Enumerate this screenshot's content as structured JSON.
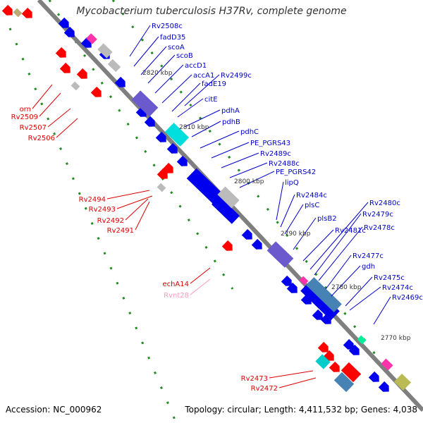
{
  "title": "Mycobacterium tuberculosis H37Rv, complete genome",
  "footer": {
    "accession": "Accession: NC_000962",
    "topology": "Topology: circular; Length: 4,411,532 bp; Genes: 4,038"
  },
  "colors": {
    "backbone": "#7f7f7f",
    "tick": "#228B22",
    "forward_label": "#0000cc",
    "reverse_label": "#dd0000",
    "rna_label": "#ff99bb",
    "cds_forward": "#0000ee",
    "cds_reverse": "#ff0000"
  },
  "scale_labels": [
    "2820 kbp",
    "2810 kbp",
    "2800 kbp",
    "2790 kbp",
    "2780 kbp",
    "2770 kbp"
  ],
  "forward_genes": [
    "Rv2508c",
    "fadD35",
    "scoA",
    "scoB",
    "accD1",
    "accA1",
    "Rv2499c",
    "fadE19",
    "citE",
    "pdhA",
    "pdhB",
    "pdhC",
    "PE_PGRS43",
    "Rv2489c",
    "Rv2488c",
    "PE_PGRS42",
    "lipQ",
    "Rv2484c",
    "plsC",
    "plsB2",
    "Rv2481c",
    "Rv2480c",
    "Rv2479c",
    "Rv2478c",
    "Rv2477c",
    "gdh",
    "Rv2475c",
    "Rv2474c",
    "Rv2469c"
  ],
  "reverse_genes": [
    "orn",
    "Rv2509",
    "Rv2507",
    "Rv2506",
    "Rv2494",
    "Rv2493",
    "Rv2492",
    "Rv2491",
    "echA14",
    "Rvnt28",
    "Rv2473",
    "Rv2472"
  ],
  "rna_genes": [
    "Rvnt28"
  ]
}
